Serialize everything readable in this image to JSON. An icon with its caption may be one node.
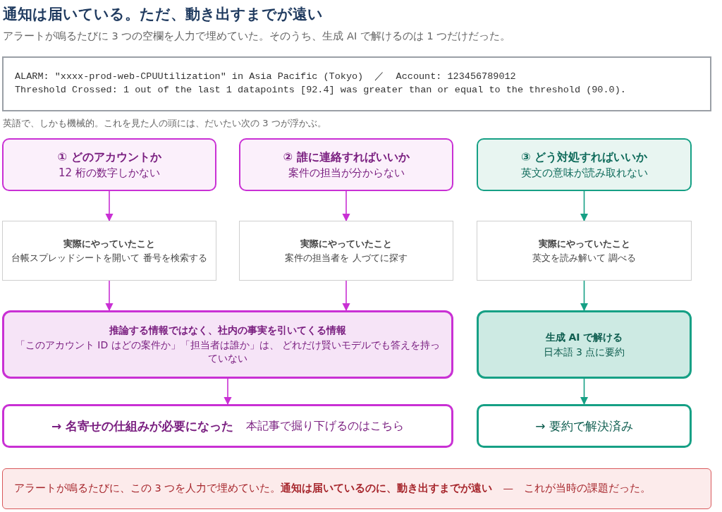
{
  "diagram": {
    "title": "通知は届いている。ただ、動き出すまでが遠い",
    "nodes": [
      {
        "text": [
          "ALARM: \"xxxx-prod-web-CPUUtilization\" in Asia Pacific (Tokyo)  ／  Account: 123456789012",
          "Threshold Crossed: 1 out of the last 1 datapoints [92.4] was greater than or equal to the threshold (90.0)."
        ]
      },
      {
        "text": [
          "① どのアカウントか",
          "12 桁の数字しかない"
        ]
      },
      {
        "text": [
          "② 誰に連絡すればいいか",
          "案件の担当が分からない"
        ]
      },
      {
        "text": [
          "③ どう対処すればいいか",
          "英文の意味が読み取れない"
        ]
      },
      {
        "text": [
          "実際にやっていたこと",
          "台帳スプレッドシートを開いて 番号を検索する"
        ]
      },
      {
        "text": [
          "実際にやっていたこと",
          "案件の担当者を 人づてに探す"
        ]
      },
      {
        "text": [
          "実際にやっていたこと",
          "英文を読み解いて 調べる"
        ]
      },
      {
        "text": [
          "推論する情報ではなく、社内の事実を引いてくる情報",
          "「このアカウント ID はどの案件か」「担当者は誰か」は、 どれだけ賢いモデルでも答えを持っていない"
        ]
      },
      {
        "text": [
          "生成 AI で解ける",
          "日本語 3 点に要約"
        ]
      },
      {
        "text": [
          "→ 名寄せの仕組みが必要になった",
          "本記事で掘り下げるのはこちら"
        ]
      },
      {
        "text": [
          "→ 要約で解決済み"
        ]
      },
      {
        "text": [
          "アラートが鳴るたびに、この 3 つを人力で埋めていた。**通知は届いているのに、動き出すまでが遠い**　—　これが当時の課題だった。"
        ]
      }
    ],
    "edges": [
      {
        "from": 1,
        "to": 4,
        "arrow": "to"
      },
      {
        "from": 2,
        "to": 5,
        "arrow": "to"
      },
      {
        "from": 3,
        "to": 6,
        "arrow": "to",
        "color": "#16a085"
      },
      {
        "from": 4,
        "to": 7,
        "arrow": "to"
      },
      {
        "from": 5,
        "to": 7,
        "arrow": "to"
      },
      {
        "from": 6,
        "to": 8,
        "arrow": "to",
        "color": "#16a085"
      },
      {
        "from": 7,
        "to": 9,
        "arrow": "to"
      },
      {
        "from": 8,
        "to": 10,
        "arrow": "to",
        "color": "#16a085"
      }
    ],
    "labels": [
      "アラートが鳴るたびに 3 つの空欄を人力で埋めていた。そのうち、生成 AI で解けるのは 1 つだけだった。",
      "英語で、しかも機械的。これを見た人の頭には、だいたい次の 3 つが浮かぶ。"
    ]
  }
}
